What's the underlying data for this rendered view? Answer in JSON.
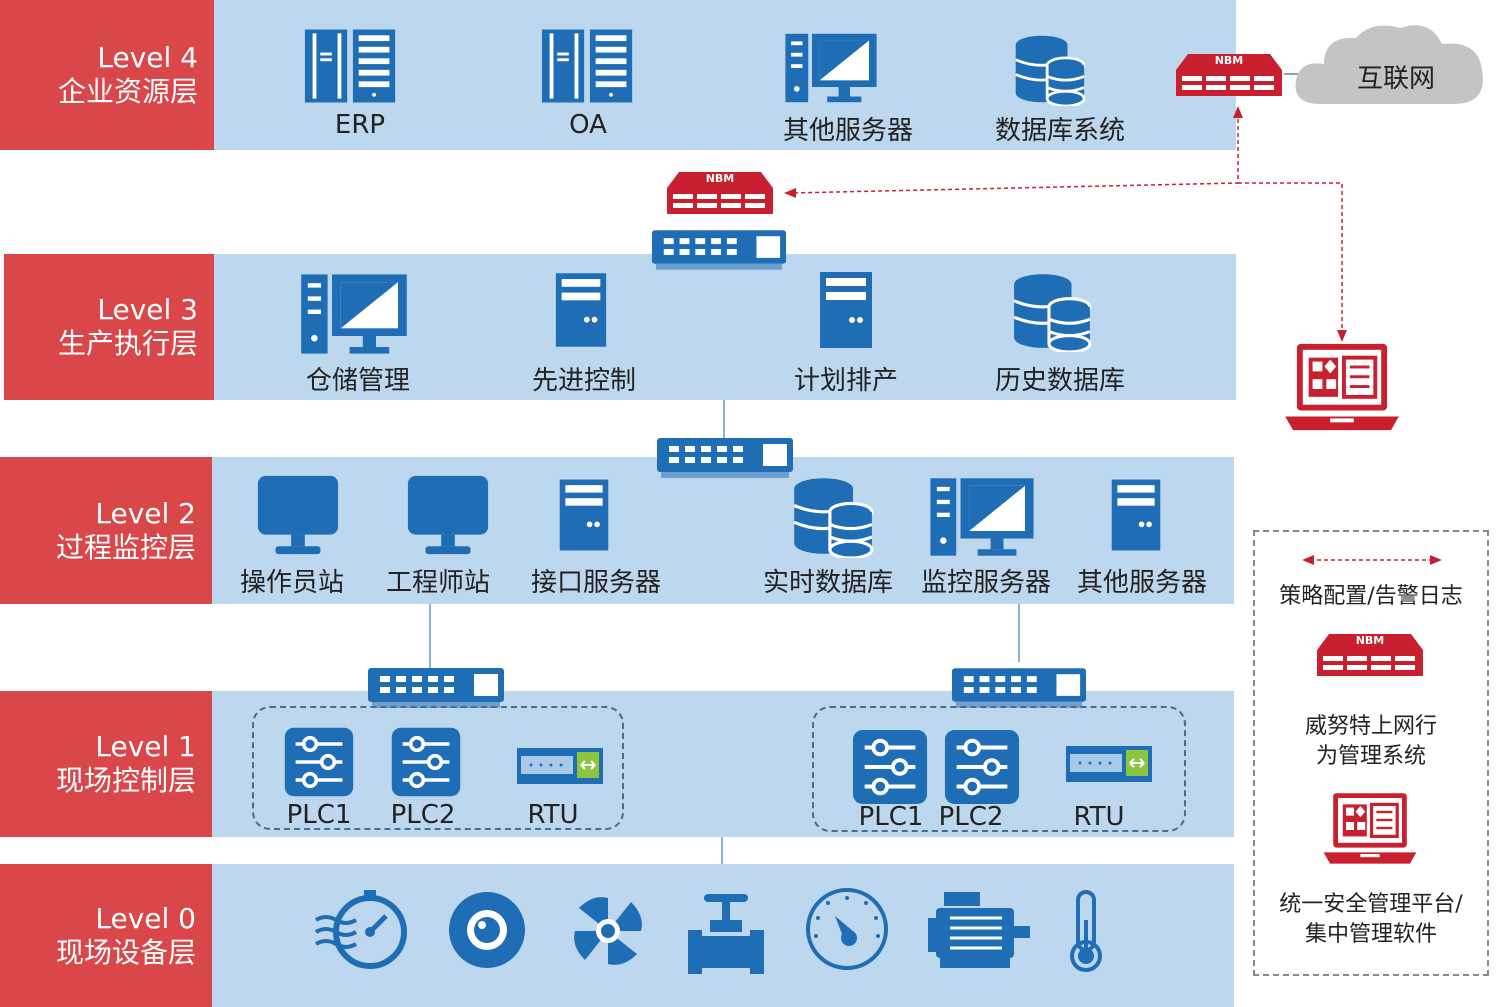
{
  "levels": [
    {
      "num": "Level 4",
      "name": "企业资源层"
    },
    {
      "num": "Level 3",
      "name": "生产执行层"
    },
    {
      "num": "Level 2",
      "name": "过程监控层"
    },
    {
      "num": "Level 1",
      "name": "现场控制层"
    },
    {
      "num": "Level 0",
      "name": "现场设备层"
    }
  ],
  "l4": {
    "erp": "ERP",
    "oa": "OA",
    "other": "其他服务器",
    "db": "数据库系统"
  },
  "l3": {
    "warehouse": "仓储管理",
    "apc": "先进控制",
    "plan": "计划排产",
    "history": "历史数据库"
  },
  "l2": {
    "operator": "操作员站",
    "engineer": "工程师站",
    "interface": "接口服务器",
    "realtime": "实时数据库",
    "monitor": "监控服务器",
    "other": "其他服务器"
  },
  "l1": {
    "plc1": "PLC1",
    "plc2": "PLC2",
    "rtu": "RTU"
  },
  "nbm": "NBM",
  "internet": "互联网",
  "legend": {
    "arrow": "策略配置/告警日志",
    "nbm_line1": "威努特上网行",
    "nbm_line2": "为管理系统",
    "mgmt_line1": "统一安全管理平台/",
    "mgmt_line2": "集中管理软件"
  },
  "colors": {
    "band": "#bdd7ee",
    "tab": "#d9474b",
    "icon": "#1f6db5",
    "nbm": "#c8202f"
  }
}
